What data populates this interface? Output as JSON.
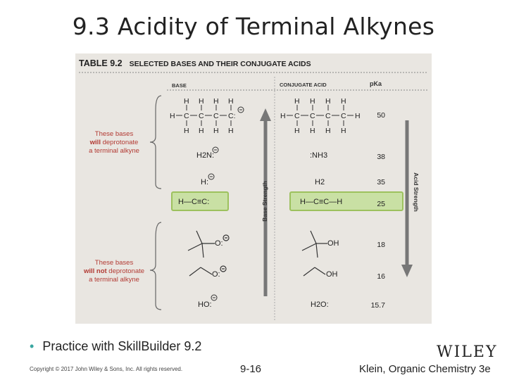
{
  "slide": {
    "title": "9.3 Acidity of Terminal Alkynes",
    "bullet": "Practice with SkillBuilder 9.2",
    "copyright": "Copyright © 2017 John Wiley & Sons, Inc. All rights reserved.",
    "page": "9-16",
    "book": "Klein, Organic Chemistry 3e",
    "logo": "WILEY",
    "accent_color": "#3aa6a0"
  },
  "table": {
    "number": "TABLE 9.2",
    "title": "SELECTED BASES AND THEIR CONJUGATE ACIDS",
    "col_base": "BASE",
    "col_acid": "CONJUGATE ACID",
    "col_pka": "pKa",
    "note_will": {
      "l1": "These bases",
      "l2": "will",
      "l3": " deprotonate",
      "l4": "a terminal alkyne"
    },
    "note_willnot": {
      "l1": "These bases",
      "l2": "will not",
      "l3": " deprotonate",
      "l4": "a terminal alkyne"
    },
    "base_strength": "Base Strength",
    "acid_strength": "Acid Strength",
    "rows": [
      {
        "base": "butyl anion",
        "acid": "butane",
        "pka": "50"
      },
      {
        "base": "H2N:",
        "acid": ":NH3",
        "pka": "38"
      },
      {
        "base": "H:",
        "acid": "H2",
        "pka": "35"
      },
      {
        "base": "H—C≡C:",
        "acid": "H—C≡C—H",
        "pka": "25"
      },
      {
        "base": "tert-butoxide",
        "acid": "tert-butanol",
        "pka": "18"
      },
      {
        "base": "ethoxide",
        "acid": "ethanol",
        "pka": "16"
      },
      {
        "base": "HO:",
        "acid": "H2O:",
        "pka": "15.7"
      }
    ],
    "highlight_color": "#c9e0a4"
  }
}
